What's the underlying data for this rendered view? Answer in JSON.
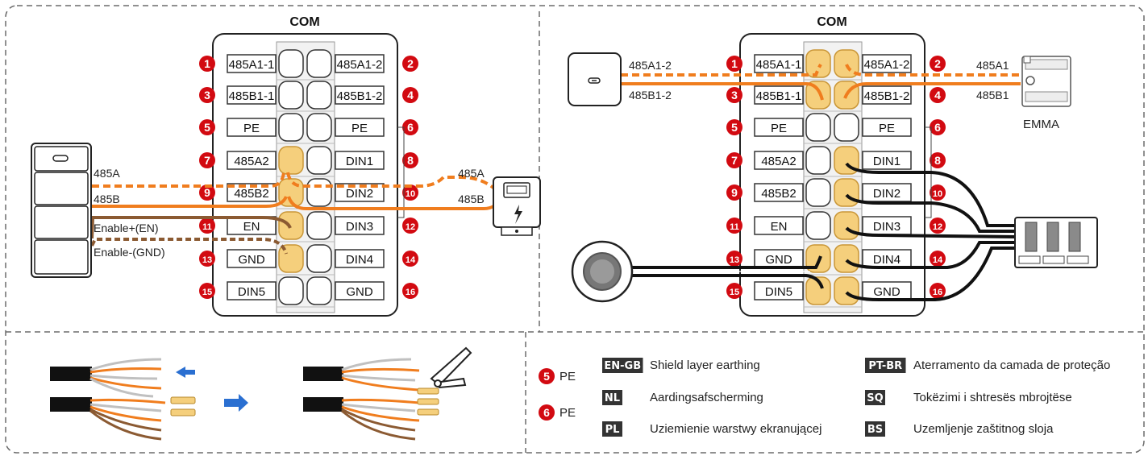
{
  "colors": {
    "badge": "#d20a11",
    "orange": "#f07d1e",
    "brown": "#8b5a32",
    "terminal_fill": "#f5cf7c",
    "terminal_stroke": "#c99637",
    "tag_bg": "#333333",
    "dashed": "#666666"
  },
  "left_panel": {
    "title": "COM",
    "terminals": [
      {
        "num": "1",
        "left": "485A1-1",
        "right_num": "2",
        "right": "485A1-2"
      },
      {
        "num": "3",
        "left": "485B1-1",
        "right_num": "4",
        "right": "485B1-2"
      },
      {
        "num": "5",
        "left": "PE",
        "right_num": "6",
        "right": "PE"
      },
      {
        "num": "7",
        "left": "485A2",
        "right_num": "8",
        "right": "DIN1"
      },
      {
        "num": "9",
        "left": "485B2",
        "right_num": "10",
        "right": "DIN2"
      },
      {
        "num": "11",
        "left": "EN",
        "right_num": "12",
        "right": "DIN3"
      },
      {
        "num": "13",
        "left": "GND",
        "right_num": "14",
        "right": "DIN4"
      },
      {
        "num": "15",
        "left": "DIN5",
        "right_num": "16",
        "right": "GND"
      }
    ],
    "wire_labels": {
      "a": "485A",
      "b": "485B",
      "en": "Enable+(EN)",
      "gnd": "Enable-(GND)",
      "meter_a": "485A",
      "meter_b": "485B"
    },
    "highlighted": [
      "l3",
      "l4",
      "l5",
      "l6"
    ]
  },
  "right_panel": {
    "title": "COM",
    "terminals": [
      {
        "num": "1",
        "left": "485A1-1",
        "right_num": "2",
        "right": "485A1-2"
      },
      {
        "num": "3",
        "left": "485B1-1",
        "right_num": "4",
        "right": "485B1-2"
      },
      {
        "num": "5",
        "left": "PE",
        "right_num": "6",
        "right": "PE"
      },
      {
        "num": "7",
        "left": "485A2",
        "right_num": "8",
        "right": "DIN1"
      },
      {
        "num": "9",
        "left": "485B2",
        "right_num": "10",
        "right": "DIN2"
      },
      {
        "num": "11",
        "left": "EN",
        "right_num": "12",
        "right": "DIN3"
      },
      {
        "num": "13",
        "left": "GND",
        "right_num": "14",
        "right": "DIN4"
      },
      {
        "num": "15",
        "left": "DIN5",
        "right_num": "16",
        "right": "GND"
      }
    ],
    "wire_labels": {
      "left_a": "485A1-2",
      "left_b": "485B1-2",
      "right_a": "485A1",
      "right_b": "485B1"
    },
    "emma_label": "EMMA",
    "highlighted": [
      "l0",
      "r0",
      "l1",
      "r1",
      "r3",
      "r4",
      "r5",
      "l6",
      "r6",
      "l7",
      "r7"
    ]
  },
  "legend": {
    "pe5": {
      "num": "5",
      "text": "PE"
    },
    "pe6": {
      "num": "6",
      "text": "PE"
    },
    "entries": [
      {
        "tag": "EN-GB",
        "text": "Shield layer earthing"
      },
      {
        "tag": "NL",
        "text": "Aardingsafscherming"
      },
      {
        "tag": "PL",
        "text": "Uziemienie warstwy ekranującej"
      },
      {
        "tag": "PT-BR",
        "text": "Aterramento da camada de proteção"
      },
      {
        "tag": "SQ",
        "text": "Tokëzimi i shtresës mbrojtëse"
      },
      {
        "tag": "BS",
        "text": "Uzemljenje zaštitnog sloja"
      }
    ]
  }
}
